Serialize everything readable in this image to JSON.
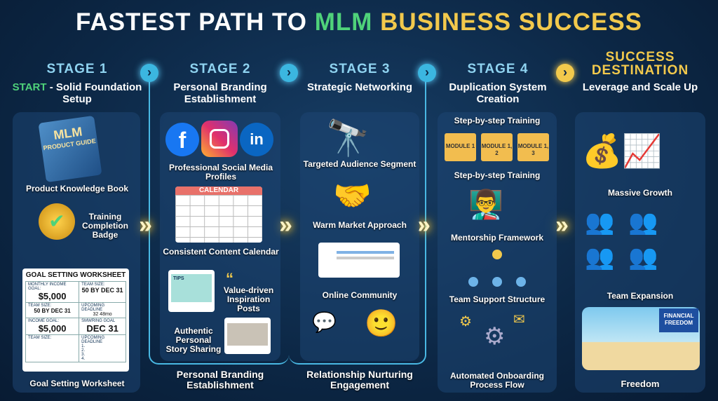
{
  "title": {
    "part1": "FASTEST PATH TO ",
    "part2": "MLM",
    "part3": " BUSINESS SUCCESS"
  },
  "stages": [
    {
      "stage": "STAGE 1",
      "subtitle_start": "START",
      "subtitle_rest": " - Solid Foundation Setup",
      "items": [
        "Product Knowledge Book",
        "Training Completion Badge",
        "Goal Setting Worksheet"
      ],
      "book_text": [
        "MLM",
        "PRODUCT GUIDE"
      ],
      "worksheet": {
        "title": "GOAL SETTING WORKSHEET",
        "cells": [
          {
            "label": "MONTHLY INCOME GOAL:",
            "value": "$5,000"
          },
          {
            "label": "TEAM SIZE:",
            "value": "50 BY DEC 31"
          },
          {
            "label": "TEAM SIZE:",
            "value": "50 BY DEC 31"
          },
          {
            "label": "UPCOMING DEADLINE",
            "value": "32 48mo"
          },
          {
            "label": "INCOME GOAL:",
            "value": "$5,000"
          },
          {
            "label": "SMWRING GOAL",
            "value": "DEC 31"
          },
          {
            "label": "TEAM SIZE:",
            "value": ""
          },
          {
            "label": "UPCOMING DEADLINE",
            "value": "1.\n2.\n3.\n4."
          }
        ]
      }
    },
    {
      "stage": "STAGE 2",
      "subtitle": "Personal Branding Establishment",
      "items": [
        "Professional Social Media Profiles",
        "Consistent Content Calendar",
        "Value-driven Inspiration Posts",
        "Authentic Personal Story Sharing"
      ],
      "calendar_title": "CALENDAR",
      "tips": "TIPS",
      "social": [
        "f",
        "in"
      ],
      "footer": "Personal Branding Establishment"
    },
    {
      "stage": "STAGE 3",
      "subtitle": "Strategic Networking",
      "items": [
        "Targeted Audience Segment",
        "Warm Market Approach",
        "Online Community"
      ],
      "footer": "Relationship Nurturing Engagement"
    },
    {
      "stage": "STAGE 4",
      "subtitle": "Duplication System Creation",
      "items": [
        "Step-by-step Training",
        "Step-by-step Training",
        "Mentorship Framework",
        "Team Support Structure",
        "Automated Onboarding Process Flow"
      ],
      "modules": [
        "MODULE 1",
        "MODULE 1, 2",
        "MODULE 1, 3"
      ]
    },
    {
      "stage": "SUCCESS DESTINATION",
      "subtitle": "Leverage and Scale Up",
      "items": [
        "Massive Growth",
        "Team Expansion",
        "Freedom"
      ],
      "flag": "FINANCIAL FREEDOM"
    }
  ],
  "colors": {
    "accent_blue": "#3bb6e0",
    "green": "#4fd27a",
    "yellow": "#f2c94c"
  }
}
